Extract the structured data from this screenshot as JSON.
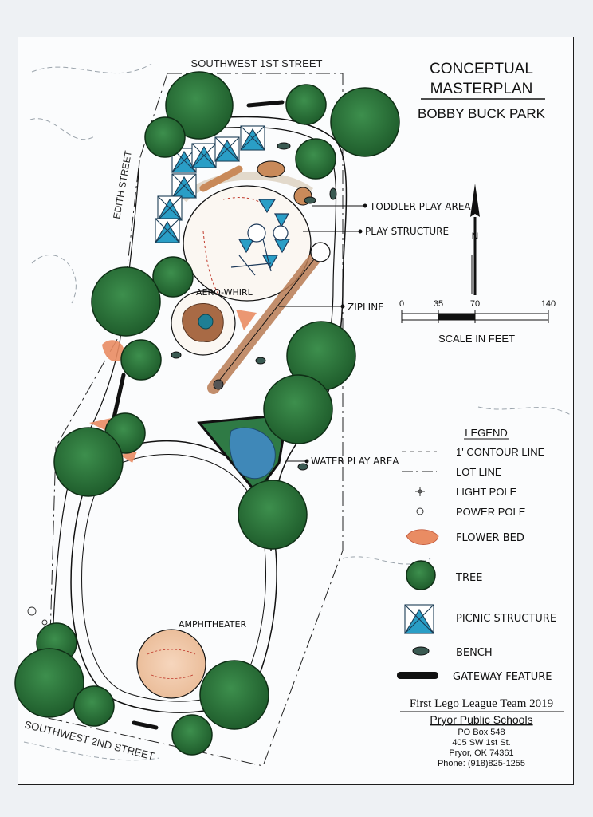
{
  "title": {
    "line1": "CONCEPTUAL",
    "line2": "MASTERPLAN",
    "park": "BOBBY BUCK PARK"
  },
  "streets": {
    "north": "SOUTHWEST 1ST STREET",
    "west": "EDITH STREET",
    "south": "SOUTHWEST 2ND STREET"
  },
  "callouts": {
    "toddler": "TODDLER PLAY AREA",
    "play": "PLAY STRUCTURE",
    "aero": "AERO-WHIRL",
    "zipline": "ZIPLINE",
    "water": "WATER PLAY AREA",
    "amphi": "AMPHITHEATER"
  },
  "north_arrow": {
    "label": "N"
  },
  "scale": {
    "ticks": [
      "0",
      "35",
      "70",
      "140"
    ],
    "caption": "SCALE IN FEET"
  },
  "legend": {
    "heading": "LEGEND",
    "items": [
      {
        "label": "1' CONTOUR LINE",
        "symbol": "contour-line"
      },
      {
        "label": "LOT LINE",
        "symbol": "lot-line"
      },
      {
        "label": "LIGHT POLE",
        "symbol": "light-pole"
      },
      {
        "label": "POWER POLE",
        "symbol": "power-pole"
      },
      {
        "label": "FLOWER BED",
        "symbol": "flower-bed"
      },
      {
        "label": "TREE",
        "symbol": "tree"
      },
      {
        "label": "PICNIC STRUCTURE",
        "symbol": "picnic-structure"
      },
      {
        "label": "BENCH",
        "symbol": "bench"
      },
      {
        "label": "GATEWAY FEATURE",
        "symbol": "gateway-feature"
      }
    ]
  },
  "credits": {
    "team": "First Lego League Team 2019",
    "org": "Pryor Public Schools",
    "address1": "PO Box 548",
    "address2": "405 SW 1st St.",
    "address3": "Pryor, OK 74361",
    "phone": "Phone: (918)825-1255"
  },
  "colors": {
    "tree": "#2e7a3e",
    "tree_dark": "#1e5a2b",
    "picnic": "#2a9ec6",
    "flower": "#e98c63",
    "amphi": "#f2c9ac",
    "water": "#3f88b8",
    "path": "#111111"
  }
}
